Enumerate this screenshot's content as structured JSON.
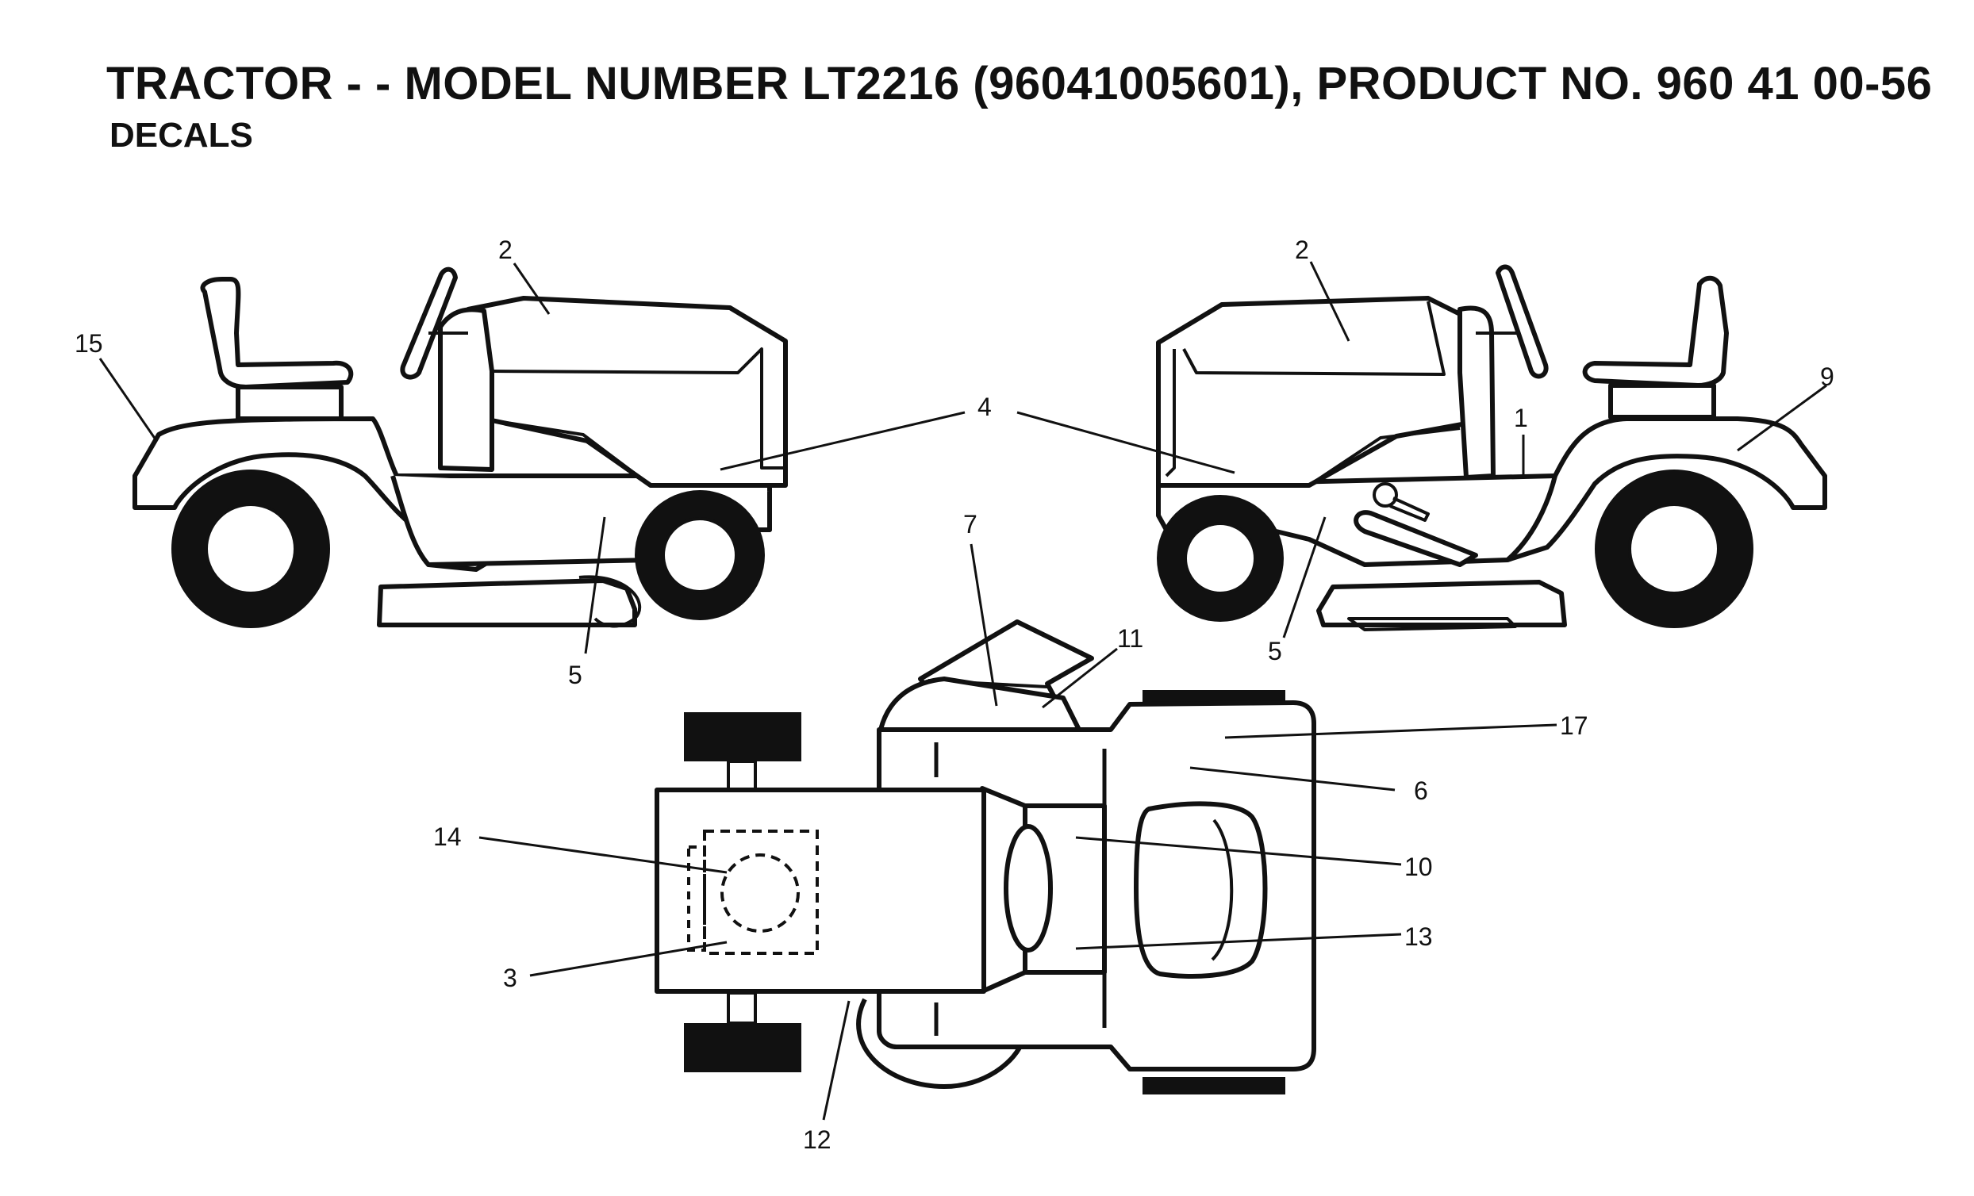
{
  "header": {
    "title": "TRACTOR - - MODEL NUMBER LT2216 (96041005601), PRODUCT NO. 960 41 00-56",
    "subtitle": "DECALS"
  },
  "callouts": {
    "c1": "1",
    "c2_left": "2",
    "c2_right": "2",
    "c3": "3",
    "c4": "4",
    "c5_left": "5",
    "c5_right": "5",
    "c6": "6",
    "c7": "7",
    "c9": "9",
    "c10": "10",
    "c11": "11",
    "c12": "12",
    "c13": "13",
    "c14": "14",
    "c15": "15",
    "c17": "17"
  }
}
